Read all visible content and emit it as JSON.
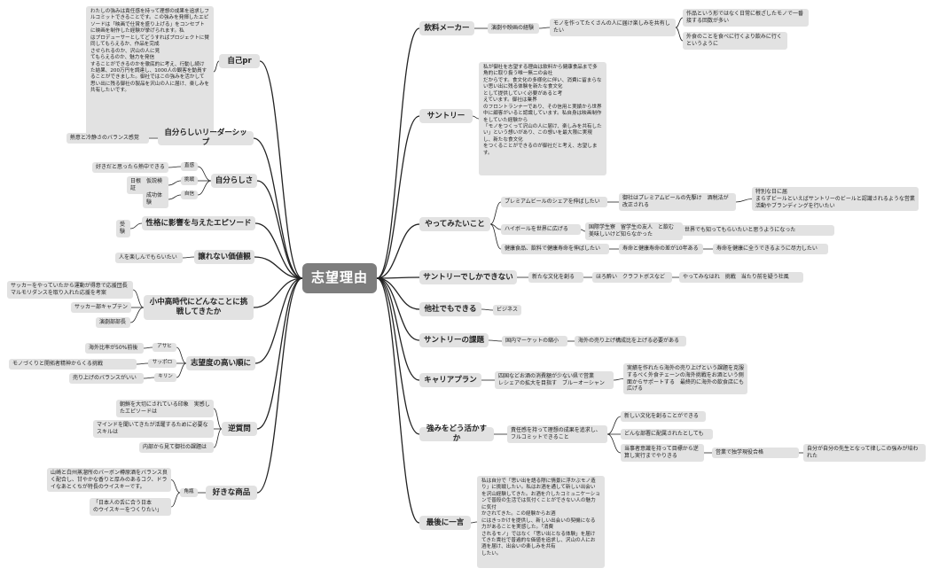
{
  "center": "志望理由",
  "right": {
    "drink_maker": {
      "label": "飲料メーカー",
      "experience": "演劇や映画の経験",
      "desire": "モノを作ってたくさんの人に届け楽しみを共有したい",
      "leaf1": "作品という形ではなく日常に根ざしたモノで一番接する回数が多い",
      "leaf2": "外食のことを食べに行くより飲みに行くというように"
    },
    "suntory": {
      "label": "サントリー",
      "text": "私が御社を志望する理由は飲料から健康食品まで多角的に取り扱う唯一無二の会社\nだからです。食文化の多様化に伴い、消費に留まらない思い出に残る体験を新たな食文化\nとして提供していく必要があると考\nえています。御社は業界\nのフロントランナーであり、その信用と実績から世界中に顧客がいると認識しています。私自身は映画制作をしていた経験から\n「モノをつくって沢山の人に届け、楽しみを共有したい」という想いがあり、この想いを最大限に実現し、新たな食文化\nをつくることができるのが御社だと考え、志望します。"
    },
    "try": {
      "label": "やってみたいこと",
      "item1": "プレミアムビールのシェアを伸ばしたい",
      "item1_sub": "御社はプレミアムビールの先駆け　酒税法が改正される",
      "item1_leaf": "特別な日に届\nまらずビールといえばサントリーのビールと認識されるような営業活動やブランディングを行いたい",
      "item2": "ハイボールを世界に広げる",
      "item2_sub": "国際学生寮　留学生の友人　と飲む　美味しいけど知らなかった",
      "item2_leaf": "世界でも知ってもらいたいと思うようになった",
      "item3": "健康食品、飲料で健康寿命を伸ばしたい",
      "item3_sub": "寿命と健康寿命の差が10年ある",
      "item3_leaf": "寿命を健康に全うできるように尽力したい"
    },
    "only": {
      "label": "サントリーでしかできない",
      "s1": "新たな文化を創る",
      "s2": "ほろ酔い　クラフトボスなど",
      "s3": "やってみなはれ　挑戦　当たり前を疑う社風"
    },
    "others": {
      "label": "他社でもできる",
      "s1": "ビジネス"
    },
    "issue": {
      "label": "サントリーの課題",
      "s1": "国内マーケットの縮小",
      "s2": "海外の売り上げ構成比を上げる必要がある"
    },
    "career": {
      "label": "キャリアプラン",
      "s1": "四国などお酒の消費額が少ない県で営業\nレシェアの拡大を目指す　ブルーオーシャン",
      "s2": "実績を作れたら海外の売り上げという課題を克服するべく外食チェーンの海外挑戦をお酒という側面からサポートする　最終的に海外の飲食店にも広げる"
    },
    "strength": {
      "label": "強みをどう活かすか",
      "s1": "責任感を持って理想の成果を追求し、フルコミットできること",
      "l1": "新しい文化を創ることができる",
      "l2": "どんな部署に配属されたとしても",
      "l3": "当事者意識を持って目標から逆算し実行までやりきる",
      "l3a": "営業で独学現役合格",
      "l3b": "自分が自分の先生となって律しこの強みが培われた"
    },
    "last": {
      "label": "最後に一言",
      "text": "私は自分で「思い出を語る際に情景に浮かぶモノ造り」に挑戦したい。私はお酒を通して新しい出会いを沢山経験してきた。お酒を介したコミュニケーションで普段の生活では気付くことができない人の魅力に気付\nかされてきた。この経験からお酒\nにはきっかけを提供し、新しい出会いの契機になる力があることを実感した。「消費\nされるモノ」ではなく「思い出となる体験」を届けてきた貴社で普遍的な価値を追求し、沢山の人にお酒を届け、出会いの楽しみを共有\nしたい。"
    }
  },
  "left": {
    "pr": {
      "label": "自己pr",
      "text": "わたしの強みは責任感を持って理想の成果を追求しフルコミットできることです。この強みを発揮したエピソードは「映画で仕賞を盛り上げる」をコンセプトに映画を制作した経験が挙げられます。私\nはプロデューサーとしてどうすればプロジェクトに賛同してもらえるか、作品を完成\nさせられるのか、沢山の人に見\nてもらえるのか、魅力を発信\nすることができるのかを徹底的に考え、行動し続けた結果、200万円を調達し、1000人の観客を動員することができました。御社ではこの強みを活かして思い出に残る御社の製品を沢山の人に届け、楽しみを共有したいです。"
    },
    "leader": {
      "label": "自分らしいリーダーシップ",
      "s1": "熱意と冷静さのバランス感覚"
    },
    "self": {
      "label": "自分らしさ",
      "k1": "直感",
      "k2": "挑戦",
      "k3": "自信",
      "l1": "好きだと思ったら熱中できる",
      "l2": "日根　仮説検証",
      "l3": "成功体験"
    },
    "episode": {
      "label": "性格に影響を与えたエピソード",
      "s1": "受験"
    },
    "values": {
      "label": "譲れない価値観",
      "s1": "人を楽しんでもらいたい"
    },
    "challenge": {
      "label": "小中高時代にどんなことに挑戦してきたか",
      "s1": "サッカーをやっていたから運動が得意で応援団長　マルモリダンスを取り入れた応援を考案",
      "s2": "サッカー部キャプテン",
      "s3": "演劇部部長"
    },
    "rank": {
      "label": "志望度の高い順に",
      "c1": "アサヒ",
      "c2": "サッポロ",
      "c3": "キリン",
      "r1": "海外比率が50%前後",
      "r2": "モノづくりと開拓者精神からくる挑戦",
      "r3": "売り上げのバランスがいい"
    },
    "reverse": {
      "label": "逆質問",
      "s1": "朝鮮を大切にされている印象　実感したエピソードは",
      "s2": "マインドを聞いてきたが活躍するために必要なスキルは",
      "s3": "内部から見て御社の課題は"
    },
    "fav": {
      "label": "好きな商品",
      "s1": "角瓶",
      "l1": "山崎と白州蒸溜所のバーボン樽原酒をバランス良く配合し、甘やかな香りと厚みのあるコク、ドライなあとくちが特長のウイスキーです。",
      "l2": "「日本人の舌に合う日本\nのウイスキーをつくりたい」"
    }
  }
}
